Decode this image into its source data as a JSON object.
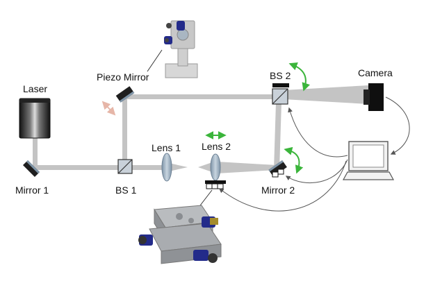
{
  "labels": {
    "laser": "Laser",
    "mirror1": "Mirror 1",
    "piezo_mirror": "Piezo Mirror",
    "bs1": "BS 1",
    "lens1": "Lens 1",
    "lens2": "Lens 2",
    "bs2": "BS 2",
    "camera": "Camera",
    "mirror2": "Mirror 2"
  },
  "colors": {
    "beam": "#c4c4c4",
    "component": "#2b2b2b",
    "lens": "#9fb2c3",
    "motion_arrow": "#3bb53b",
    "piezo_arrow": "#e6b6a8",
    "stage_metal": "#a3a6aa",
    "actuator": "#232b8a",
    "signal_line": "#555555"
  },
  "icons": {
    "laser": "laser-source-icon",
    "camera": "camera-icon",
    "computer": "computer-monitor-icon",
    "mount": "kinematic-mirror-mount-icon",
    "stage": "translation-stage-icon"
  }
}
